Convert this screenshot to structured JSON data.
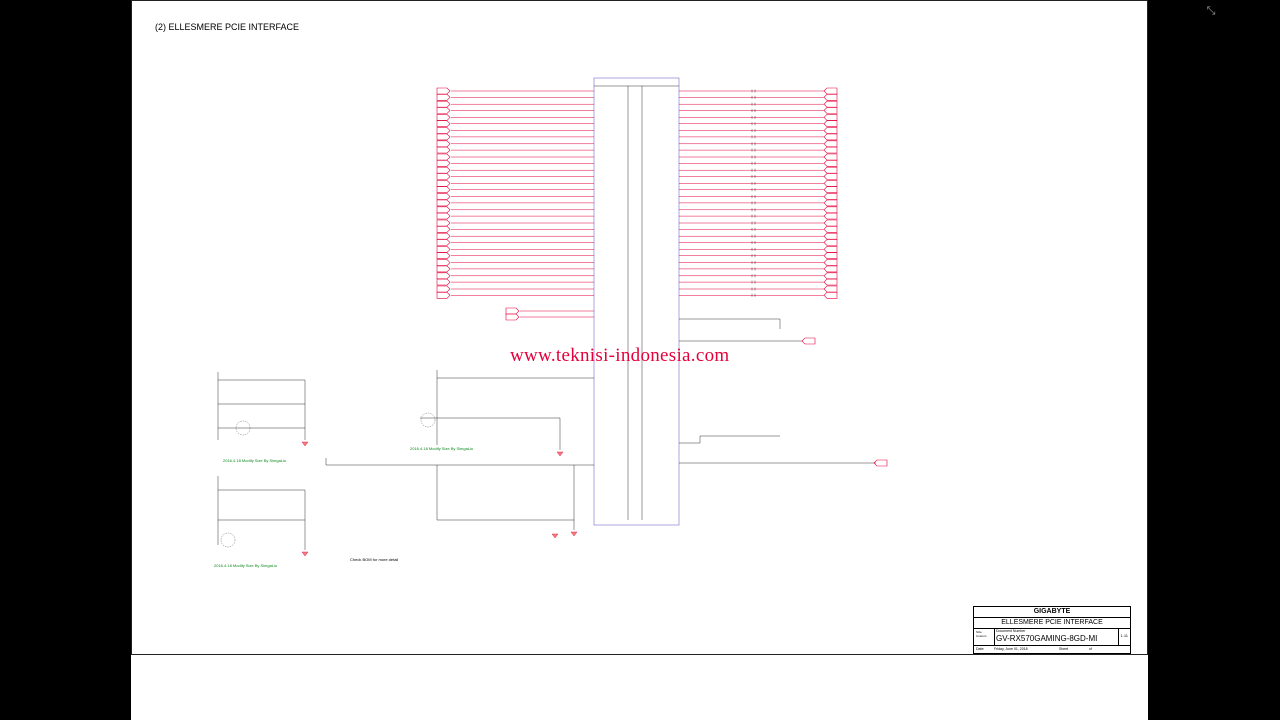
{
  "page_title": "(2) ELLESMERE PCIE INTERFACE",
  "watermark": "www.teknisi-indonesia.com",
  "notes": {
    "modify_size_1": "2016.4.18 Modify Size By SimgaLiu",
    "modify_size_2": "2016.4.18 Modify Size By SimgaLiu",
    "modify_size_3": "2016.4.18 Modify Size By SimgaLiu",
    "check_bom": "Check BOM for more detail"
  },
  "title_block": {
    "company": "GIGABYTE",
    "title": "ELLESMERE PCIE INTERFACE",
    "size_label": "Size",
    "size_value": "Custom",
    "doc_label": "Document Number",
    "doc_number": "GV-RX570GAMING-8GD-MI",
    "rev": "1.11",
    "date_label": "Date:",
    "date_value": "Friday, June 01, 2018",
    "sheet_label": "Sheet",
    "sheet_of": "of"
  },
  "colors": {
    "background": "#000000",
    "paper": "#ffffff",
    "wire": "#000000",
    "net": "#e4003a",
    "note": "#0a8a1a"
  },
  "icons": {
    "fullscreen": "resize-arrows-icon"
  }
}
